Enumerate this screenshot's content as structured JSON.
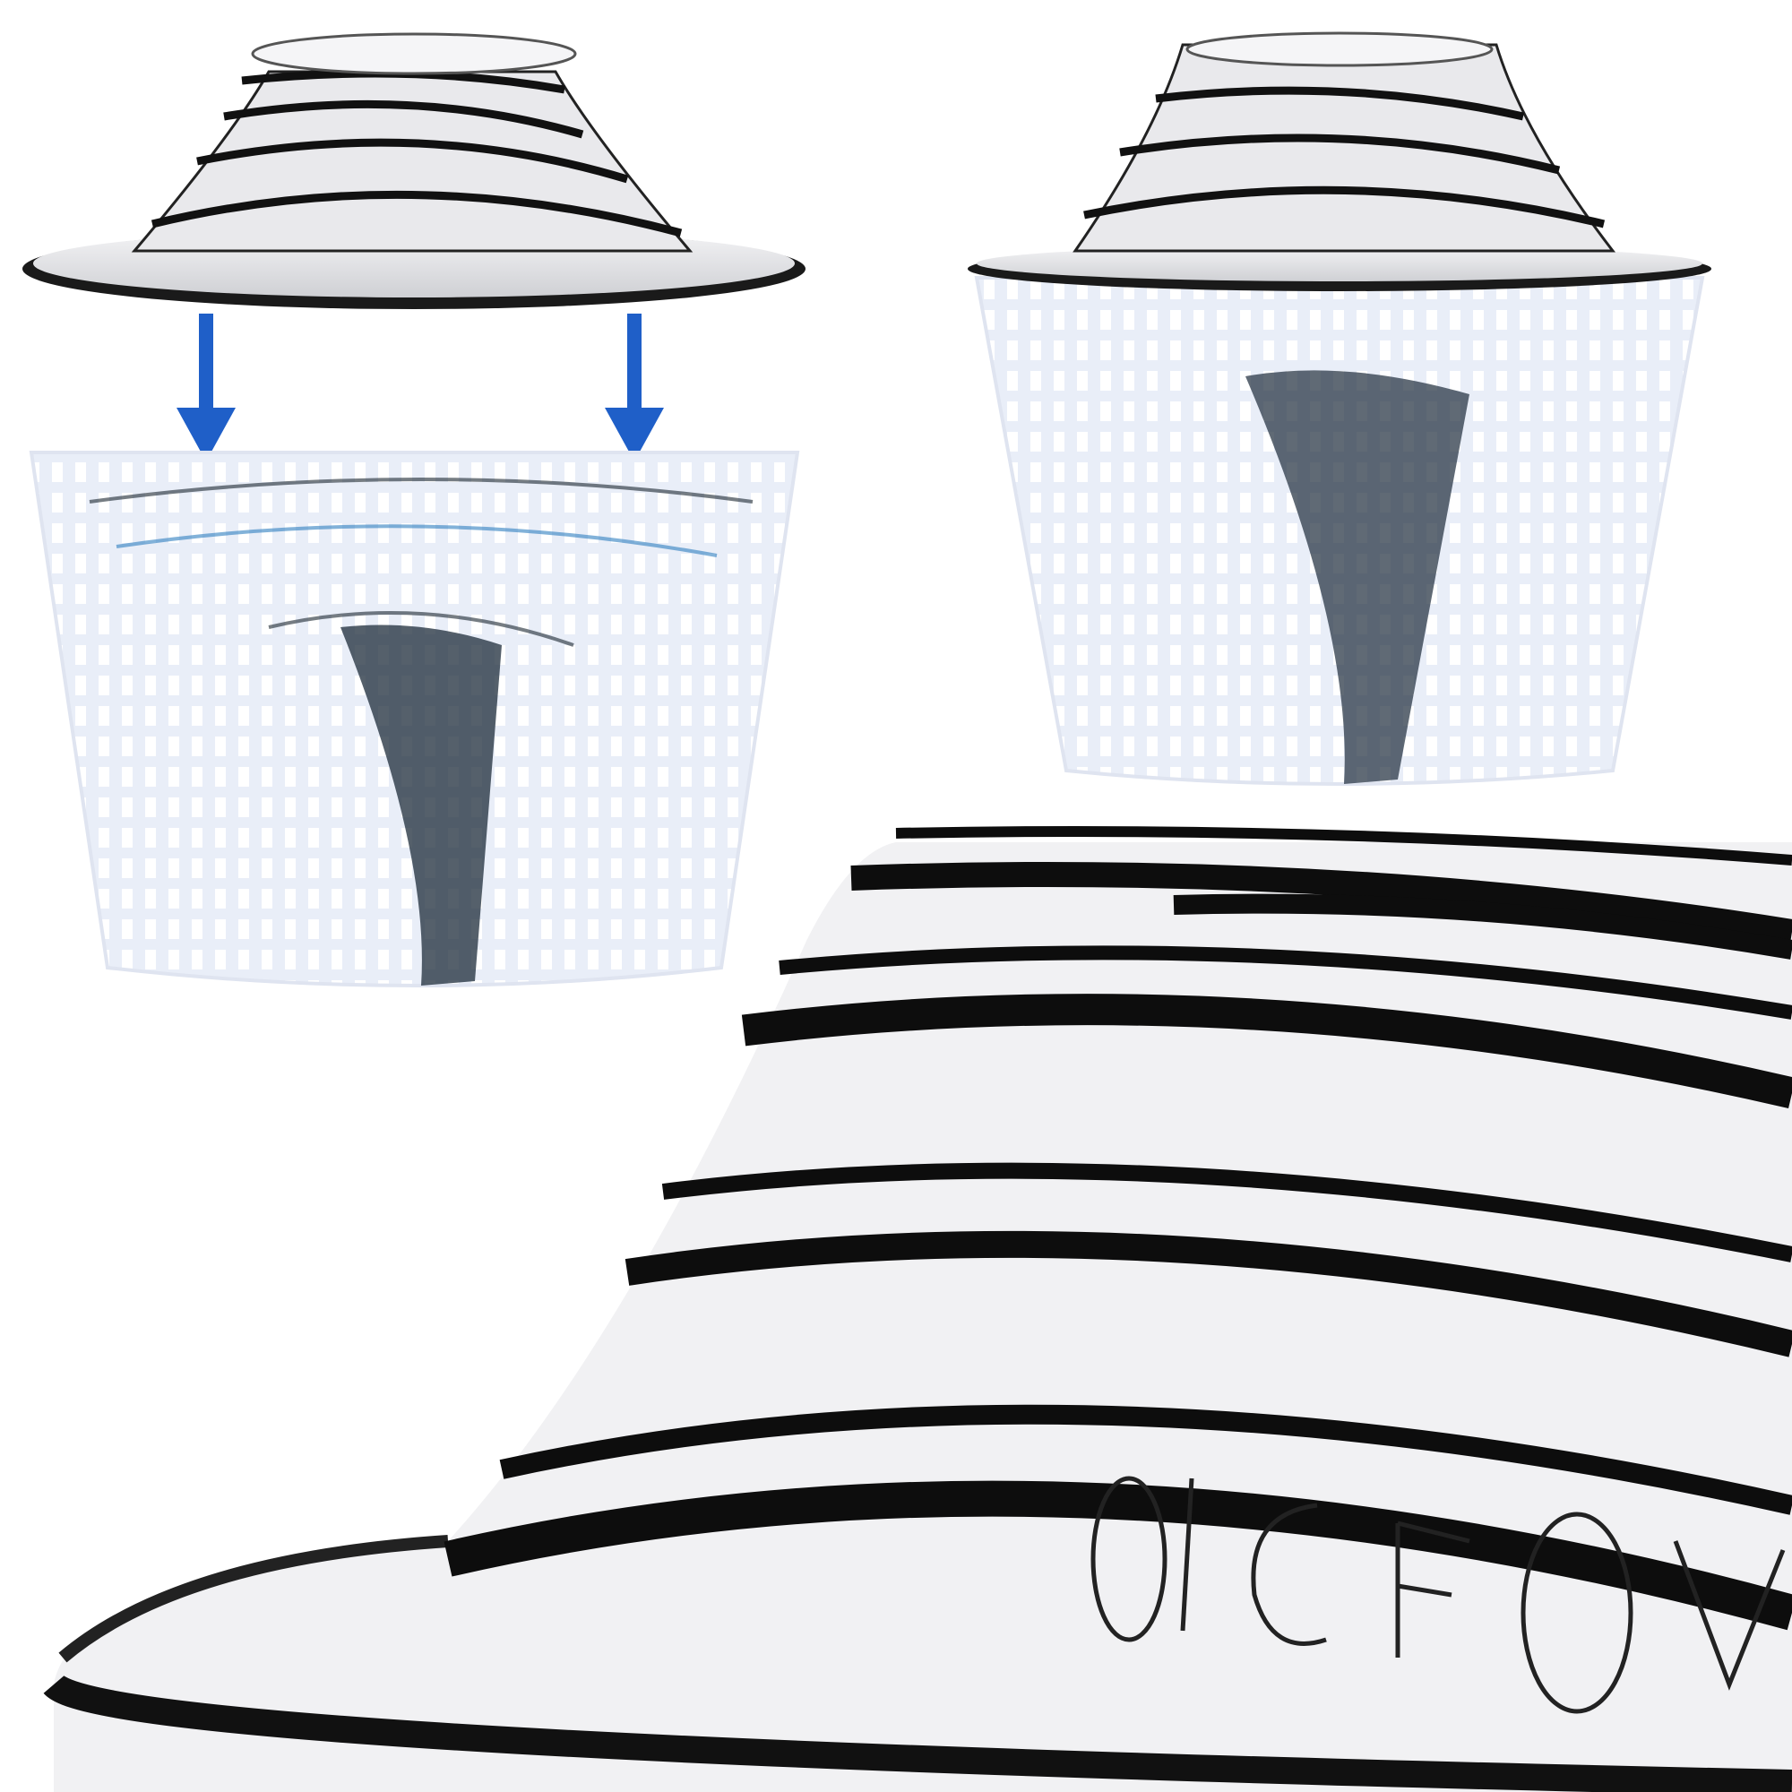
{
  "colors": {
    "background": "#ffffff",
    "arrow": "#1f5fc8",
    "basket": "#eef2fb",
    "basket_slots": "#ffffff",
    "lid_dark": "#111111",
    "lid_clear": "#e8e8ea",
    "debris_blue": "#2f7fc0",
    "debris_dark": "#1a2630"
  },
  "scenes": [
    {
      "id": "separated",
      "parts": [
        "lid",
        "arrows-down",
        "basket-with-vortex"
      ]
    },
    {
      "id": "assembled",
      "parts": [
        "lid-on-basket",
        "vortex"
      ]
    },
    {
      "id": "lid-closeup",
      "parts": [
        "embossed-lid"
      ]
    }
  ],
  "icons": [
    "arrow-down-icon",
    "arrow-down-icon"
  ]
}
